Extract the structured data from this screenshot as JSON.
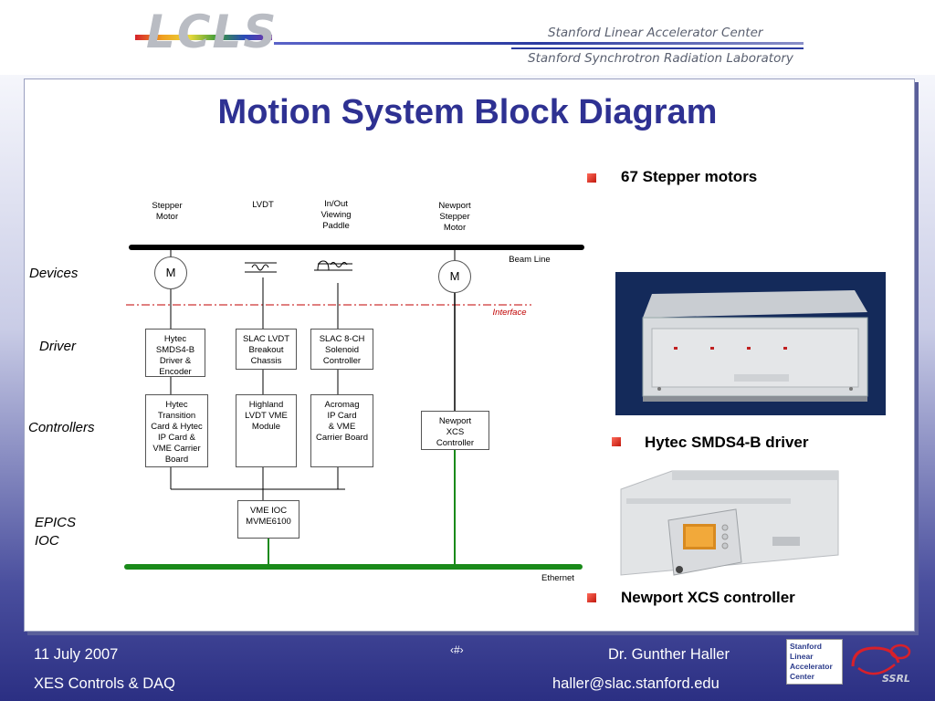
{
  "header": {
    "logo_text": "LCLS",
    "org_line1": "Stanford Linear Accelerator Center",
    "org_line2": "Stanford Synchrotron Radiation Laboratory"
  },
  "title": "Motion System Block Diagram",
  "diagram": {
    "top_labels": {
      "stepper_motor": "Stepper\nMotor",
      "lvdt": "LVDT",
      "inout_paddle": "In/Out\nViewing\nPaddle",
      "newport_motor": "Newport\nStepper\nMotor"
    },
    "beam_line_label": "Beam Line",
    "interface_label": "Interface",
    "ethernet_label": "Ethernet",
    "motor_symbol": "M",
    "row_labels": {
      "devices": "Devices",
      "driver": "Driver",
      "controllers": "Controllers",
      "epics_ioc": "EPICS\nIOC"
    },
    "boxes": {
      "hytec_driver": "Hytec\nSMDS4-B\nDriver &\nEncoder",
      "slac_lvdt": "SLAC LVDT\nBreakout\nChassis",
      "slac_8ch": "SLAC 8-CH\nSolenoid\nController",
      "hytec_transition": "Hytec\nTransition\nCard & Hytec\nIP Card &\nVME Carrier\nBoard",
      "highland": "Highland\nLVDT VME\nModule",
      "acromag": "Acromag\nIP Card\n& VME\nCarrier Board",
      "newport_xcs": "Newport\nXCS\nController",
      "vme_ioc": "VME IOC\nMVME6100"
    }
  },
  "bullets": {
    "stepper_motors": "67 Stepper motors",
    "hytec_driver": "Hytec SMDS4-B driver",
    "newport_controller": "Newport XCS controller"
  },
  "footer": {
    "date": "11 July 2007",
    "project": "XES Controls & DAQ",
    "page_marker": "‹#›",
    "author": "Dr. Gunther Haller",
    "email": "haller@slac.stanford.edu",
    "logo_lines": [
      "Stanford",
      "Linear",
      "Accelerator",
      "Center"
    ],
    "ssrl": "SSRL"
  },
  "colors": {
    "title": "#2e3192",
    "bullet": "#d0261a",
    "interface_line": "#c00000",
    "ethernet_line": "#1a8a1a",
    "beam_line": "#000000"
  }
}
